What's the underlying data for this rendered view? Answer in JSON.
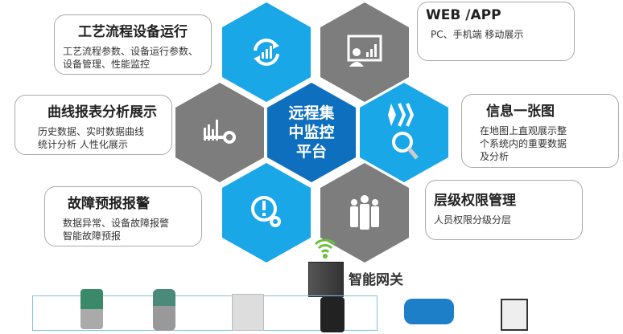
{
  "center": {
    "line1": "远程集",
    "line2": "中监控",
    "line3": "平台"
  },
  "features": [
    {
      "title": "工艺流程设备运行",
      "desc1": "工艺流程参数、设备运行参数、",
      "desc2": "设备管理、性能监控"
    },
    {
      "title": "曲线报表分析展示",
      "desc1": "历史数据、实时数据曲线",
      "desc2": "统计分析 人性化展示"
    },
    {
      "title": "故障预报报警",
      "desc1": "数据异常、设备故障报警",
      "desc2": "智能故障预报"
    },
    {
      "title": "WEB /APP",
      "desc1": "PC、手机端 移动展示"
    },
    {
      "title": "信息一张图",
      "desc1": "在地图上直观展示整",
      "desc2": "个系统内的重要数据",
      "desc3": "及分析"
    },
    {
      "title": "层级权限管理",
      "desc1": "人员权限分级分层"
    }
  ],
  "gateway": {
    "label": "智能网关"
  },
  "colors": {
    "blue": "#1aa7e8",
    "gray": "#7d7d7d",
    "dark_blue": "#0f6fbf"
  }
}
